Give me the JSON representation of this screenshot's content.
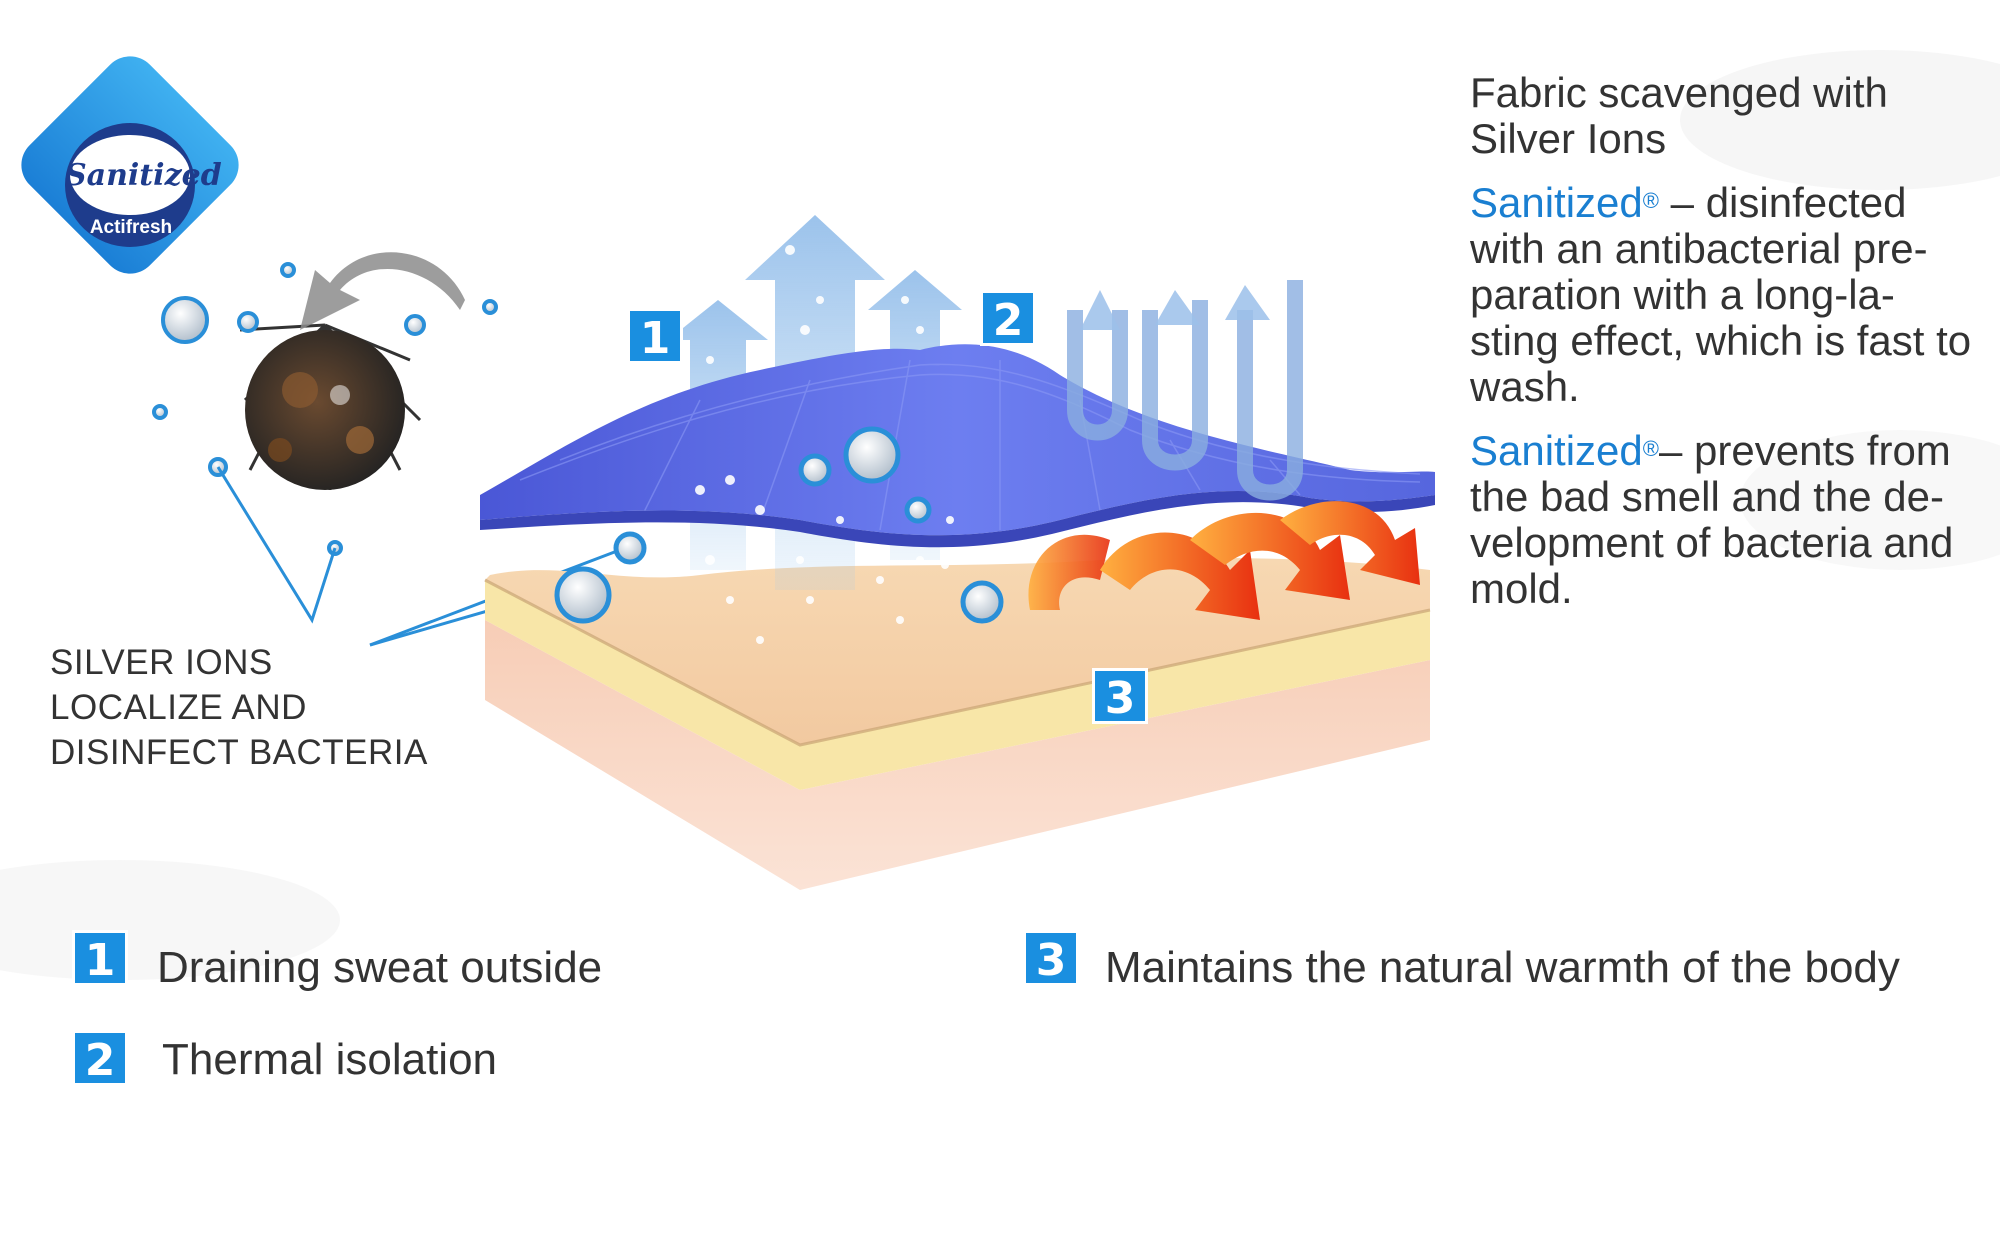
{
  "logo": {
    "brand": "Sanitized",
    "sub": "Actifresh"
  },
  "left_caption": [
    "SILVER IONS",
    "LOCALIZE AND",
    "DISINFECT BACTERIA"
  ],
  "right_text": {
    "intro": "Fabric scavenged with Silver Ions",
    "p1_brand": "Sanitized",
    "p1_mark": "®",
    "p1_text": " – disinfected with an antibacterial pre-paration with a long-la-sting effect, which is fast to wash.",
    "p2_brand": "Sanitized",
    "p2_mark": "®",
    "p2_text": "– prevents from the bad smell and the de-velopment of bacteria and mold."
  },
  "diagram_badges": [
    "1",
    "2",
    "3"
  ],
  "legend": [
    {
      "num": "1",
      "label": "Draining sweat outside"
    },
    {
      "num": "2",
      "label": "Thermal isolation"
    },
    {
      "num": "3",
      "label": "Maintains the natural warmth of the body"
    }
  ],
  "colors": {
    "badge": "#1a8fe0",
    "fabric": "#5f6fe0",
    "skin": "#f6d3a8",
    "brand_text": "#1a7fd1",
    "heat": "#f06020"
  }
}
